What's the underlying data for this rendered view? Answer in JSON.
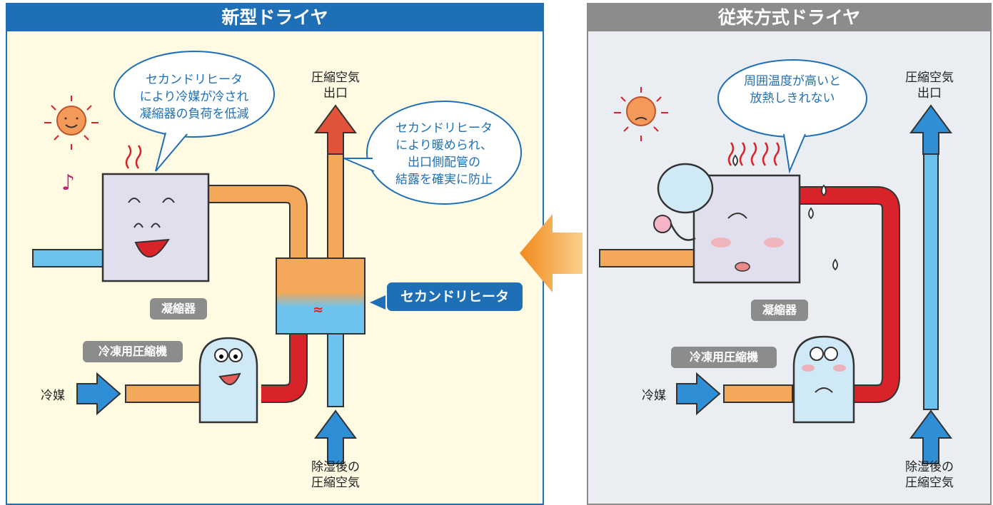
{
  "new_dryer": {
    "title": "新型ドライヤ",
    "outlet_label": "圧縮空気\n出口",
    "bubble_condenser": "セカンドリヒータ\nにより冷媒が冷され\n凝縮器の負荷を低減",
    "bubble_reheater": "セカンドリヒータ\nにより暖められ、\n出口側配管の\n結露を確実に防止",
    "condenser_label": "凝縮器",
    "second_reheater_label": "セカンドリヒータ",
    "compressor_label": "冷凍用圧縮機",
    "refrigerant_label": "冷媒",
    "inlet_label": "除湿後の\n圧縮空気"
  },
  "old_dryer": {
    "title": "従来方式ドライヤ",
    "bubble": "周囲温度が高いと\n放熱しきれない",
    "outlet_label": "圧縮空気\n出口",
    "condenser_label": "凝縮器",
    "compressor_label": "冷凍用圧縮機",
    "refrigerant_label": "冷媒",
    "inlet_label": "除湿後の\n圧縮空気"
  },
  "colors": {
    "new_accent": "#1f6fb6",
    "old_accent": "#8c8c8c",
    "hot_pipe": "#d8232a",
    "warm_pipe": "#f4a85a",
    "cold_pipe": "#6cc3ee",
    "arrow_blue": "#2f8fd6"
  }
}
